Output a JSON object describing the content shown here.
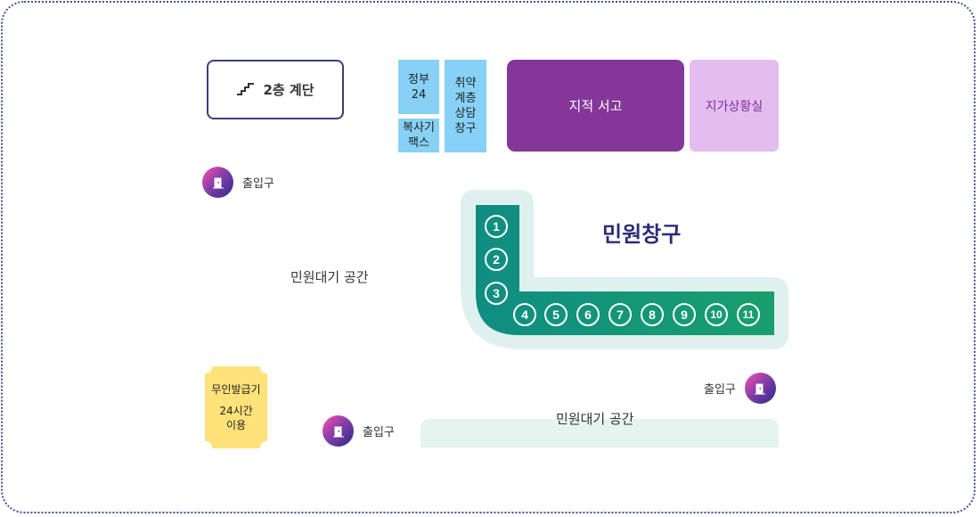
{
  "facilities": {
    "stairs_label": "2층 계단",
    "gov24_label": "정부\n24",
    "copy_fax_label": "복사기\n팩스",
    "vulnerable_label": "취약\n계층\n상담\n창구",
    "cadastral_label": "지적 서고",
    "land_price_label": "지가상황실"
  },
  "exits": {
    "top_left_label": "출입구",
    "bottom_center_label": "출입구",
    "right_label": "출입구"
  },
  "waiting": {
    "main_label": "민원대기 공간",
    "bottom_label": "민원대기 공간"
  },
  "counters": {
    "title": "민원창구",
    "numbers": [
      "1",
      "2",
      "3",
      "4",
      "5",
      "6",
      "7",
      "8",
      "9",
      "10",
      "11"
    ]
  },
  "kiosk": {
    "line1": "무인발급기",
    "line2": "24시간",
    "line3": "이용"
  },
  "colors": {
    "counter_outer": "#dff1ef",
    "counter_inner_start": "#0f8d82",
    "counter_inner_end": "#189f6d",
    "cadastral": "#843699",
    "land_price": "#e4bdef",
    "service_blue": "#86d1f5",
    "kiosk": "#ffe27a"
  }
}
